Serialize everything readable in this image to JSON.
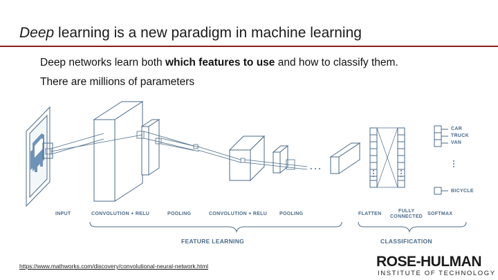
{
  "slide": {
    "title_em": "Deep",
    "title_rest": " learning is a new paradigm in machine learning",
    "line1": {
      "pre": "Deep networks learn both ",
      "bold": "which features to use",
      "post": " and how to classify them."
    },
    "line2": "There are millions of parameters",
    "url": "https://www.mathworks.com/discovery/convolutional-neural-network.html"
  },
  "diagram": {
    "stage_labels": {
      "input": "INPUT",
      "conv1": "CONVOLUTION + RELU",
      "pool1": "POOLING",
      "conv2": "CONVOLUTION + RELU",
      "pool2": "POOLING",
      "flatten": "FLATTEN",
      "fc_line1": "FULLY",
      "fc_line2": "CONNECTED",
      "softmax": "SOFTMAX"
    },
    "outputs": [
      "CAR",
      "TRUCK",
      "VAN",
      "BICYCLE"
    ],
    "section_labels": {
      "feature": "FEATURE LEARNING",
      "classification": "CLASSIFICATION"
    },
    "colors": {
      "line": "#4a6a8a",
      "car": "#6f93b8",
      "accent": "#8b1a1a"
    }
  },
  "logo": {
    "main": "ROSE-HULMAN",
    "sub": "INSTITUTE OF TECHNOLOGY"
  }
}
